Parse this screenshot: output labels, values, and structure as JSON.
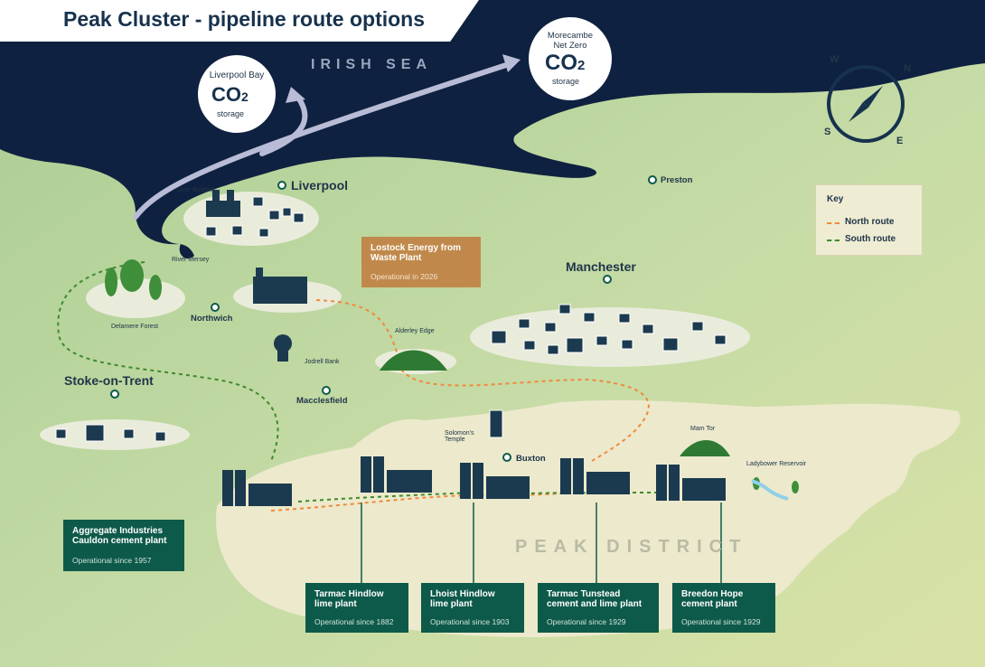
{
  "title": "Peak Cluster - pipeline route options",
  "sea_label": "IRISH SEA",
  "peak_district_label": "PEAK DISTRICT",
  "storage": {
    "liverpool_bay": {
      "name": "Liverpool Bay",
      "co2": "CO",
      "sub": "2",
      "label": "storage"
    },
    "morecambe": {
      "name_line1": "Morecambe",
      "name_line2": "Net Zero",
      "co2": "CO",
      "sub": "2",
      "label": "storage"
    }
  },
  "compass": {
    "n": "N",
    "e": "E",
    "s": "S",
    "w": "W"
  },
  "places": {
    "liverpool": "Liverpool",
    "liver_building": "Liver Building",
    "river_mersey": "River Mersey",
    "preston": "Preston",
    "manchester": "Manchester",
    "northwich": "Northwich",
    "delamere_forest": "Delamere Forest",
    "jodrell_bank": "Jodrell Bank",
    "alderley_edge": "Alderley Edge",
    "stoke": "Stoke-on-Trent",
    "macclesfield": "Macclesfield",
    "solomons_temple": "Solomon's Temple",
    "buxton": "Buxton",
    "mam_tor": "Mam Tor",
    "ladybower": "Ladybower Reservoir"
  },
  "lostock": {
    "name": "Lostock Energy from Waste Plant",
    "status": "Operational in 2026"
  },
  "key": {
    "title": "Key",
    "north": "North route",
    "south": "South route"
  },
  "colors": {
    "sea": "#0f2140",
    "north_route": "#f08a3c",
    "south_route": "#3f8a2c",
    "callout": "#0e5a4a",
    "lostock": "#c0894b"
  },
  "plants": [
    {
      "name": "Aggregate Industries Cauldon cement plant",
      "status": "Operational since 1957"
    },
    {
      "name": "Tarmac Hindlow lime plant",
      "status": "Operational since 1882"
    },
    {
      "name": "Lhoist Hindlow lime plant",
      "status": "Operational since 1903"
    },
    {
      "name": "Tarmac Tunstead cement and lime plant",
      "status": "Operational since 1929"
    },
    {
      "name": "Breedon Hope cement plant",
      "status": "Operational since 1929"
    }
  ]
}
